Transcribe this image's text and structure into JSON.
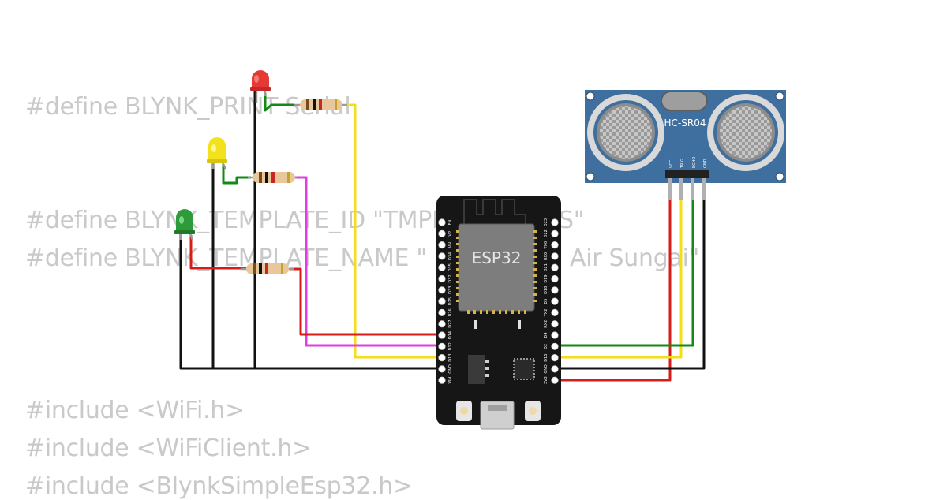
{
  "code_lines": [
    "#define BLYNK_PRINT Serial",
    "#define BLYNK_TEMPLATE_ID \"TMPL",
    "#define BLYNK_TEMPLATE_NAME \"",
    "#include <WiFi.h>",
    "#include <WiFiClient.h>",
    "#include <BlynkSimpleEsp32.h>"
  ],
  "code_fragments": [
    "S\"",
    "Air Sungai\""
  ],
  "esp32": {
    "label": "ESP32",
    "left_pins": [
      "EN",
      "VP",
      "VN",
      "D34",
      "D35",
      "D32",
      "D33",
      "D25",
      "D26",
      "D27",
      "D14",
      "D12",
      "D13",
      "GND",
      "VIN"
    ],
    "right_pins": [
      "D23",
      "D22",
      "TX0",
      "RX0",
      "D21",
      "D19",
      "D18",
      "D5",
      "TX2",
      "RX2",
      "D4",
      "D2",
      "D15",
      "GND",
      "3V3"
    ]
  },
  "sensor": {
    "label": "HC-SR04",
    "pins": [
      "VCC",
      "TRIG",
      "ECHO",
      "GND"
    ]
  },
  "leds": [
    {
      "color": "red",
      "hex": "#e53935"
    },
    {
      "color": "yellow",
      "hex": "#f2e21c"
    },
    {
      "color": "green",
      "hex": "#2e9b3a"
    }
  ],
  "wire_colors": {
    "red": "#d81b1b",
    "green": "#138a13",
    "yellow": "#f5dd1a",
    "magenta": "#e23de2",
    "black": "#111111"
  }
}
